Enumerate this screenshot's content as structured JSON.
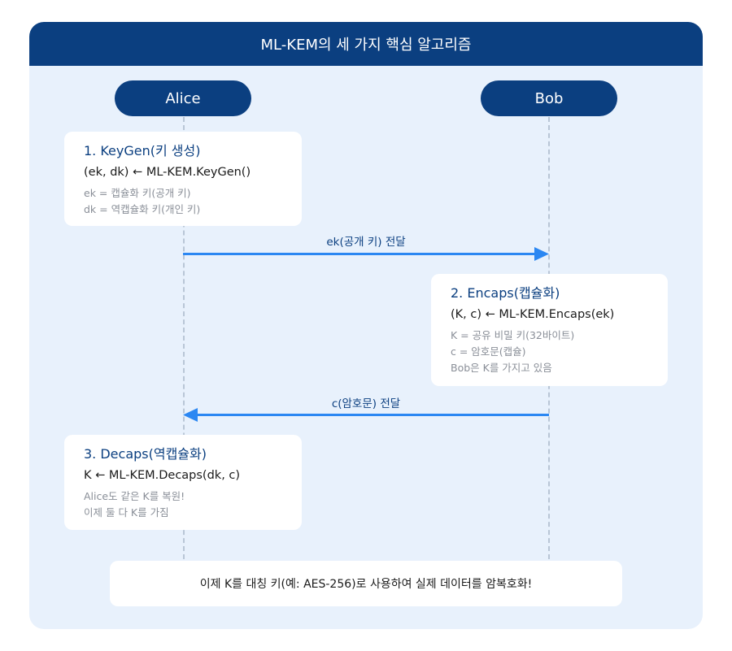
{
  "header": {
    "title": "ML-KEM의 세 가지 핵심 알고리즘"
  },
  "actors": {
    "alice": "Alice",
    "bob": "Bob"
  },
  "step1": {
    "title": "1. KeyGen(키 생성)",
    "code": "(ek, dk) ← ML-KEM.KeyGen()",
    "notes": [
      "ek = 캡슐화 키(공개 키)",
      "dk = 역캡슐화 키(개인 키)"
    ]
  },
  "message1": {
    "label": "ek(공개 키) 전달"
  },
  "step2": {
    "title": "2. Encaps(캡슐화)",
    "code": "(K, c) ← ML-KEM.Encaps(ek)",
    "notes": [
      "K = 공유 비밀 키(32바이트)",
      "c = 암호문(캡슐)",
      "Bob은 K를 가지고 있음"
    ]
  },
  "message2": {
    "label": "c(암호문) 전달"
  },
  "step3": {
    "title": "3. Decaps(역캡슐화)",
    "code": "K ← ML-KEM.Decaps(dk, c)",
    "notes": [
      "Alice도 같은 K를 복원!",
      "이제 둘 다 K를 가짐"
    ]
  },
  "footer": {
    "text": "이제 K를 대칭 키(예: AES-256)로 사용하여 실제 데이터를 암복호화!"
  },
  "colors": {
    "navy": "#0b3f80",
    "arrow": "#2b87f2",
    "panel": "#e8f1fc"
  }
}
